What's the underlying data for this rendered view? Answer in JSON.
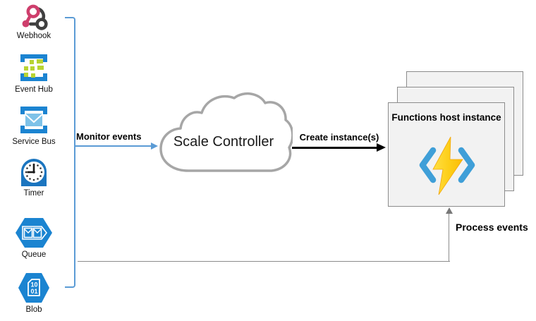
{
  "event_sources": {
    "items": [
      {
        "label": "Webhook"
      },
      {
        "label": "Event Hub"
      },
      {
        "label": "Service Bus"
      },
      {
        "label": "Timer"
      },
      {
        "label": "Queue"
      },
      {
        "label": "Blob"
      }
    ],
    "blob_doc_text": {
      "line1": "10",
      "line2": "01"
    }
  },
  "flow": {
    "monitor_label": "Monitor events",
    "create_label": "Create instance(s)",
    "process_label": "Process events"
  },
  "scale_controller": {
    "label": "Scale Controller"
  },
  "functions_host": {
    "label": "Functions host instance"
  },
  "colors": {
    "accent_blue": "#5b9bd5",
    "azure_icon_blue": "#1b84d1",
    "cloud_outline": "#a6a6a6",
    "process_gray": "#8c8c8c",
    "box_fill": "#f2f2f2",
    "box_border": "#8c8c8c",
    "functions_bracket_blue": "#3f9fd8",
    "bolt_yellow_light": "#ffdf43",
    "bolt_yellow_dark": "#fbbc05",
    "webhook_pink": "#ce3e6c",
    "webhook_dark": "#404040",
    "eventhub_green": "#b8d432",
    "envelope_blue": "#7ec2e8"
  }
}
